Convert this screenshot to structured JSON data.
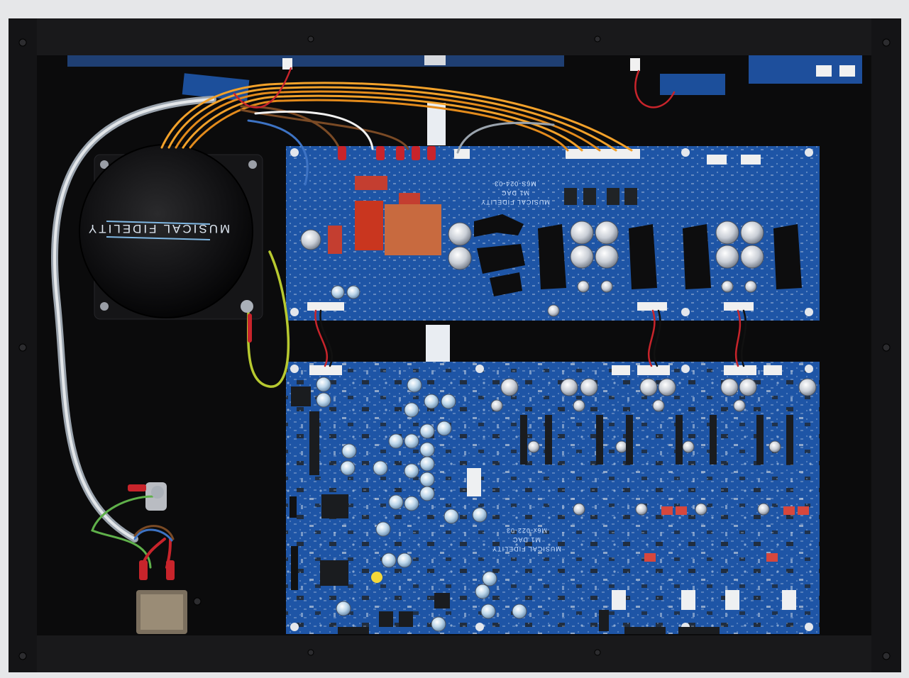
{
  "transformer": {
    "brand_label": "MUSICAL FIDELITY"
  },
  "psu_board": {
    "model_label": "M6S-024-03",
    "product_label": "M1 DAC",
    "brand_label": "MUSICAL FIDELITY"
  },
  "dac_board": {
    "model_label": "M6x-022-03",
    "product_label": "M1 DAC",
    "brand_label": "MUSICAL FIDELITY"
  },
  "colors": {
    "chassis": "#0b0b0c",
    "pcb": "#1e55a6",
    "pcb_dark": "#163f82",
    "wire_orange": "#f2a12a",
    "wire_red": "#c8242b",
    "wire_green_yellow": "#b7c930"
  }
}
